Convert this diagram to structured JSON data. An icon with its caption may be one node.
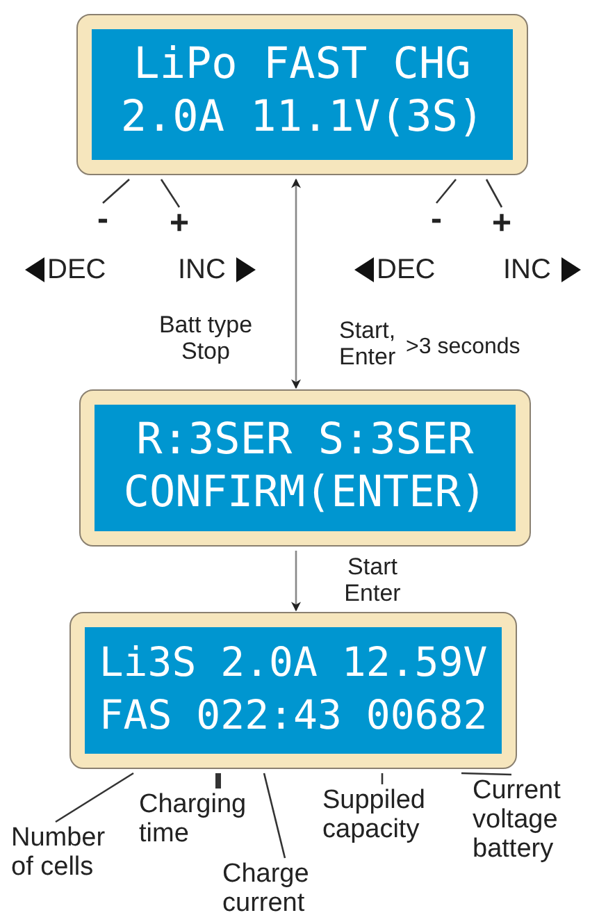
{
  "diagram": {
    "nodes": [
      {
        "text": [
          "LiPo FAST CHG",
          "2.0A 11.1V(3S)"
        ]
      },
      {
        "text": [
          "R:3SER S:3SER",
          "CONFIRM(ENTER)"
        ]
      },
      {
        "text": [
          "Li3S 2.0A 12.59V",
          "FAS 022:43 00682"
        ]
      },
      {
        "text": [
          "-"
        ]
      },
      {
        "text": [
          "+"
        ]
      },
      {
        "text": [
          "-"
        ]
      },
      {
        "text": [
          "+"
        ]
      },
      {
        "text": [
          "Number of cells"
        ]
      },
      {
        "text": [
          "Charging time"
        ]
      },
      {
        "text": [
          "Charge current"
        ]
      },
      {
        "text": [
          "Suppiled capacity"
        ]
      },
      {
        "text": [
          "Current voltage battery"
        ]
      }
    ],
    "edges": [
      {
        "from": 0,
        "to": 1,
        "arrow": "both",
        "label": "Batt type Stop"
      },
      {
        "from": 1,
        "to": 2,
        "arrow": "to",
        "label": "Start Enter"
      },
      {
        "from": 3,
        "to": 0,
        "arrow": "none"
      },
      {
        "from": 4,
        "to": 0,
        "arrow": "none"
      },
      {
        "from": 5,
        "to": 0,
        "arrow": "none"
      },
      {
        "from": 6,
        "to": 0,
        "arrow": "none"
      },
      {
        "from": 7,
        "to": 2,
        "arrow": "none"
      },
      {
        "from": 8,
        "to": 2,
        "arrow": "none",
        "style": "thick"
      },
      {
        "from": 9,
        "to": 2,
        "arrow": "none"
      },
      {
        "from": 10,
        "to": 2,
        "arrow": "none"
      },
      {
        "from": 11,
        "to": 2,
        "arrow": "none"
      }
    ],
    "labels": [
      "DEC",
      "INC",
      "DEC",
      "INC",
      "Start, Enter",
      ">3 seconds"
    ]
  }
}
